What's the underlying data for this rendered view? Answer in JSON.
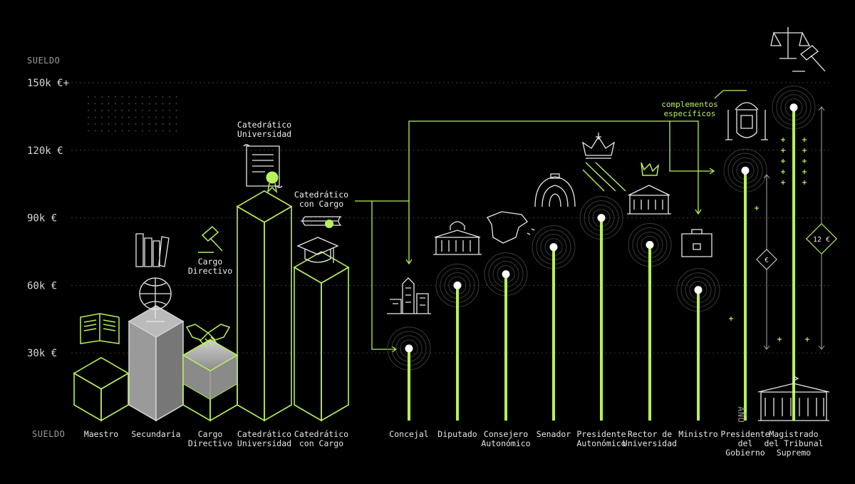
{
  "colors": {
    "accent": "#b8f05a",
    "grey_face": "#9a9a9a",
    "background": "#000000"
  },
  "labels": {
    "y_title_top": "SUELDO",
    "x_title": "SUELDO",
    "complementos": [
      "complementos",
      "específicos"
    ],
    "year_label": "AÑO",
    "badge_small": "€",
    "badge_large": "12 €"
  },
  "chart_data": {
    "type": "bar",
    "ylabel": "SUELDO",
    "yticks": [
      "30k €",
      "60k €",
      "90k €",
      "120k €",
      "150k €+"
    ],
    "ytick_values": [
      30000,
      60000,
      90000,
      120000,
      150000
    ],
    "ylim": [
      0,
      150000
    ],
    "grid": true,
    "groups": [
      {
        "name": "",
        "style": "3d-bars",
        "categories": [
          {
            "label": [
              "Maestro"
            ],
            "value": 21000,
            "icon": "open-book-icon",
            "color": "accent"
          },
          {
            "label": [
              "Secundaria"
            ],
            "value": 44000,
            "icon": "globe-books-icon",
            "color": "grey"
          },
          {
            "label": [
              "Cargo",
              "Directivo"
            ],
            "value": 29000,
            "icon": "handshake-gavel-icon",
            "color": "accent-grey",
            "top_label": [
              "Cargo",
              "Directivo"
            ]
          },
          {
            "label": [
              "Catedrático",
              "Universidad"
            ],
            "value": 95000,
            "icon": "diploma-icon",
            "color": "accent",
            "top_label": [
              "Catedrático",
              "Universidad"
            ]
          },
          {
            "label": [
              "Catedrático",
              "con Cargo"
            ],
            "value": 68000,
            "icon": "graduation-cap-icon",
            "color": "accent",
            "top_label": [
              "Catedrático",
              "con Cargo"
            ]
          }
        ]
      },
      {
        "name": "",
        "style": "lollipop",
        "categories": [
          {
            "label": [
              "Concejal"
            ],
            "value": 32000,
            "icon": "city-hall-icon"
          },
          {
            "label": [
              "Diputado"
            ],
            "value": 60000,
            "icon": "parliament-icon"
          },
          {
            "label": [
              "Consejero",
              "Autonómico"
            ],
            "value": 65000,
            "icon": "spain-map-icon"
          },
          {
            "label": [
              "Senador"
            ],
            "value": 77000,
            "icon": "senate-hemicycle-icon"
          },
          {
            "label": [
              "Presidente",
              "Autonómico"
            ],
            "value": 90000,
            "icon": "crown-icon"
          },
          {
            "label": [
              "Rector de",
              "Universidad"
            ],
            "value": 78000,
            "icon": "university-crown-icon"
          },
          {
            "label": [
              "Ministro"
            ],
            "value": 58000,
            "icon": "briefcase-icon"
          },
          {
            "label": [
              "Presidente",
              "del",
              "Gobierno"
            ],
            "value": 111000,
            "icon": "coat-of-arms-icon"
          },
          {
            "label": [
              "Magistrado",
              "del Tribunal",
              "Supremo"
            ],
            "value": 139000,
            "icon": "scales-gavel-icon"
          }
        ]
      }
    ]
  }
}
